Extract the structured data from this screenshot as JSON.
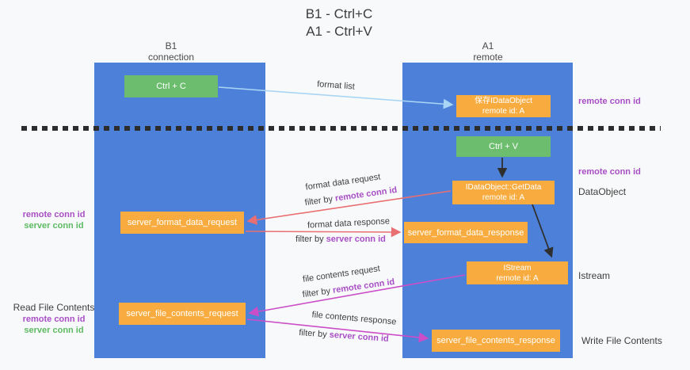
{
  "colors": {
    "bg": "#f8f9fa",
    "lane-blue": "#4d81d9",
    "green-box": "#6cbe6e",
    "orange-box": "#f8ac3f",
    "box-text": "#ffffff",
    "arrow-lightblue": "#a9d5f5",
    "arrow-red": "#e96f72",
    "arrow-magenta": "#cb4ec8",
    "arrow-black": "#2f2f2f",
    "purple-text": "#a84fc6",
    "green-text": "#5eba62",
    "dash": "#2d2d2d",
    "text-dark": "#3d3d3d"
  },
  "title": {
    "line1": "B1 - Ctrl+C",
    "line2": "A1 - Ctrl+V"
  },
  "lanes": {
    "left": {
      "name": "B1",
      "subtitle": "connection"
    },
    "right": {
      "name": "A1",
      "subtitle": "remote"
    }
  },
  "nodes": {
    "ctrl_c": {
      "label": "Ctrl + C"
    },
    "save_idataobject": {
      "line1": "保存IDataObject",
      "line2": "remote id: A"
    },
    "ctrl_v": {
      "label": "Ctrl + V"
    },
    "getdata": {
      "line1": "IDataObject::GetData",
      "line2": "remote id: A"
    },
    "format_request": {
      "label": "server_format_data_request"
    },
    "format_response": {
      "label": "server_format_data_response"
    },
    "istream": {
      "line1": "IStream",
      "line2": "remote id: A"
    },
    "file_request": {
      "label": "server_file_contents_request"
    },
    "file_response": {
      "label": "server_file_contents_response"
    }
  },
  "edges": {
    "format_list": {
      "label": "format list"
    },
    "format_data_request": {
      "label": "format data request",
      "filter_prefix": "filter by ",
      "filter_value": "remote conn id"
    },
    "format_data_response": {
      "label": "format data response",
      "filter_prefix": "filter by ",
      "filter_value": "server conn id"
    },
    "file_contents_request": {
      "label": "file contents request",
      "filter_prefix": "filter by ",
      "filter_value": "remote conn id"
    },
    "file_contents_response": {
      "label": "file contents response",
      "filter_prefix": "filter by ",
      "filter_value": "server conn id"
    }
  },
  "annotations": {
    "remote_conn_top_right": "remote conn id",
    "remote_conn_mid_right": "remote conn id",
    "dataobject": "DataObject",
    "istream": "Istream",
    "write_file_contents": "Write File Contents",
    "remote_conn_mid_left": "remote conn id",
    "server_conn_mid_left": "server conn id",
    "read_file_contents": "Read File Contents",
    "remote_conn_bottom_left": "remote conn id",
    "server_conn_bottom_left": "server conn id"
  }
}
